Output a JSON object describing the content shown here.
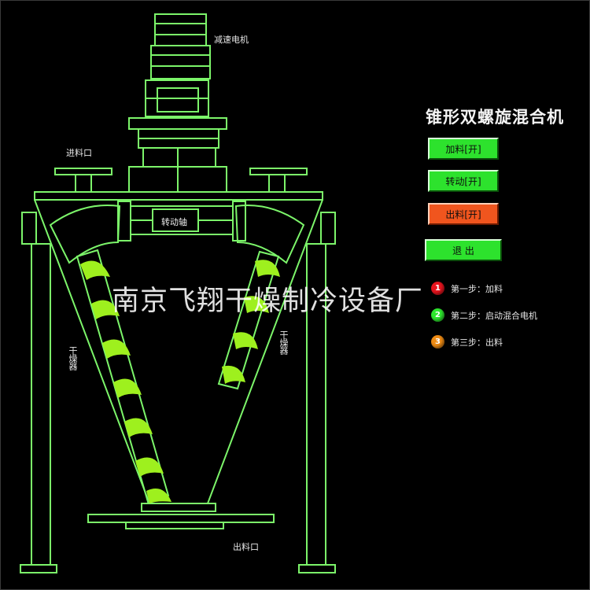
{
  "labels": {
    "motor": "减速电机",
    "feed_inlet": "进料口",
    "transmission_shaft": "转动轴",
    "left_screw": "干燥器",
    "right_screw": "干燥器",
    "outlet": "出料口"
  },
  "title": "锥形双螺旋混合机",
  "buttons": [
    {
      "label": "加料[开]",
      "color": "#2de22d"
    },
    {
      "label": "转动[开]",
      "color": "#2de22d"
    },
    {
      "label": "出料[开]",
      "color": "#f0551e"
    },
    {
      "label": "退 出",
      "color": "#2de22d"
    }
  ],
  "steps": [
    {
      "num": "1",
      "text": "第一步：加料",
      "color": "#e8141e"
    },
    {
      "num": "2",
      "text": "第二步：启动混合电机",
      "color": "#2ee82e"
    },
    {
      "num": "3",
      "text": "第三步：出料",
      "color": "#f08c14"
    }
  ],
  "watermark": "南京飞翔干燥制冷设备厂",
  "colors": {
    "line": "#7cf56a",
    "screw": "#9ef01e",
    "background": "#000000"
  }
}
